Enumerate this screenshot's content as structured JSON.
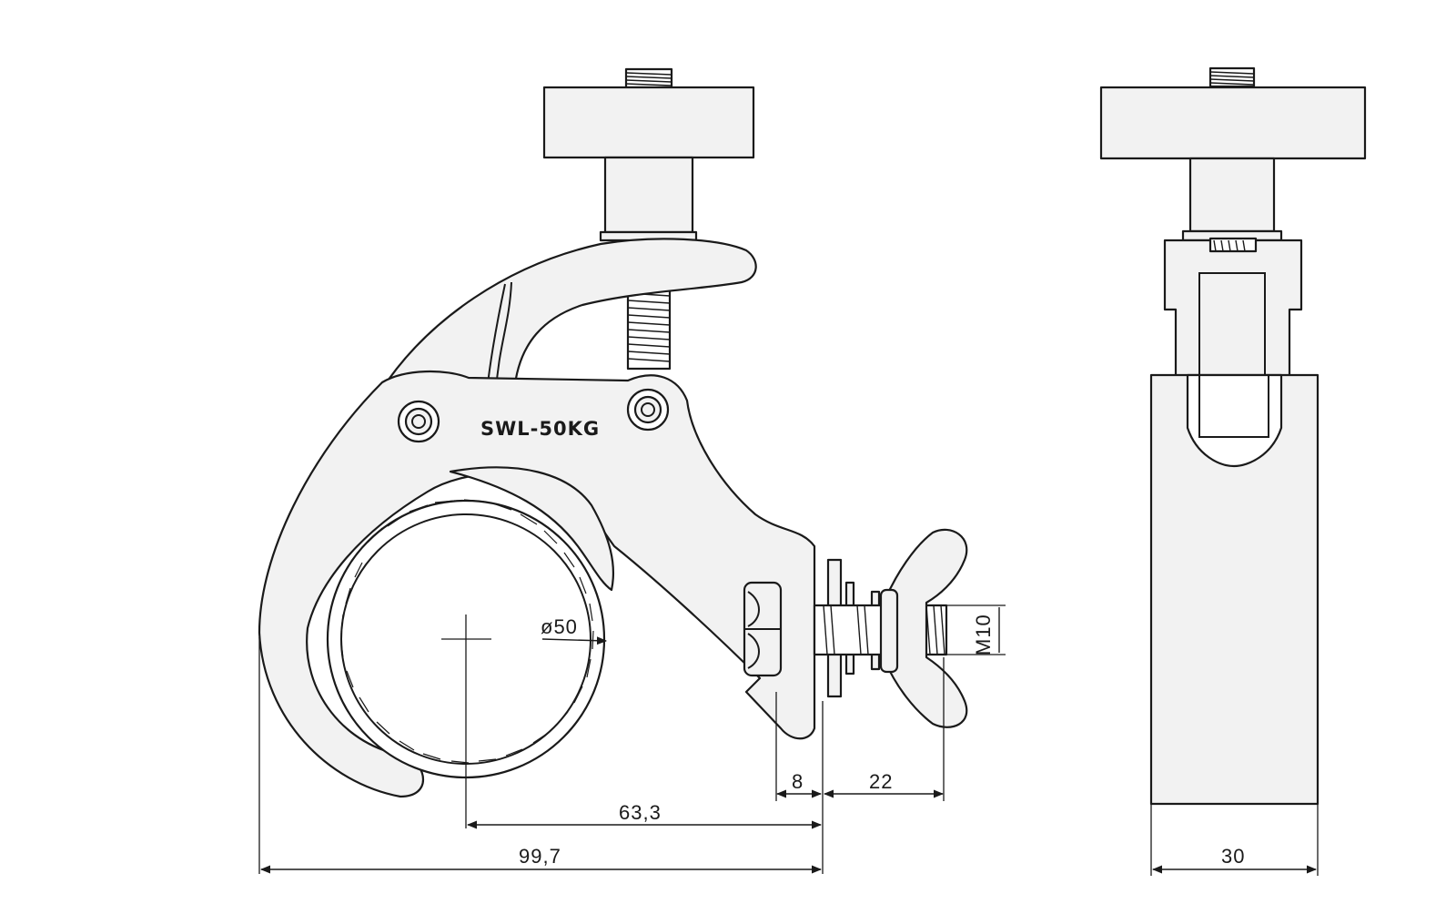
{
  "marking": "SWL-50KG",
  "dimensions": {
    "tube_diameter": "ø50",
    "bolt_thread": "M10",
    "plate_thickness": "8",
    "wing_nut_span": "22",
    "centre_to_plate": "63,3",
    "overall_width": "99,7",
    "side_width": "30"
  },
  "colors": {
    "line": "#1a1a1a",
    "fill": "#f2f2f2"
  }
}
